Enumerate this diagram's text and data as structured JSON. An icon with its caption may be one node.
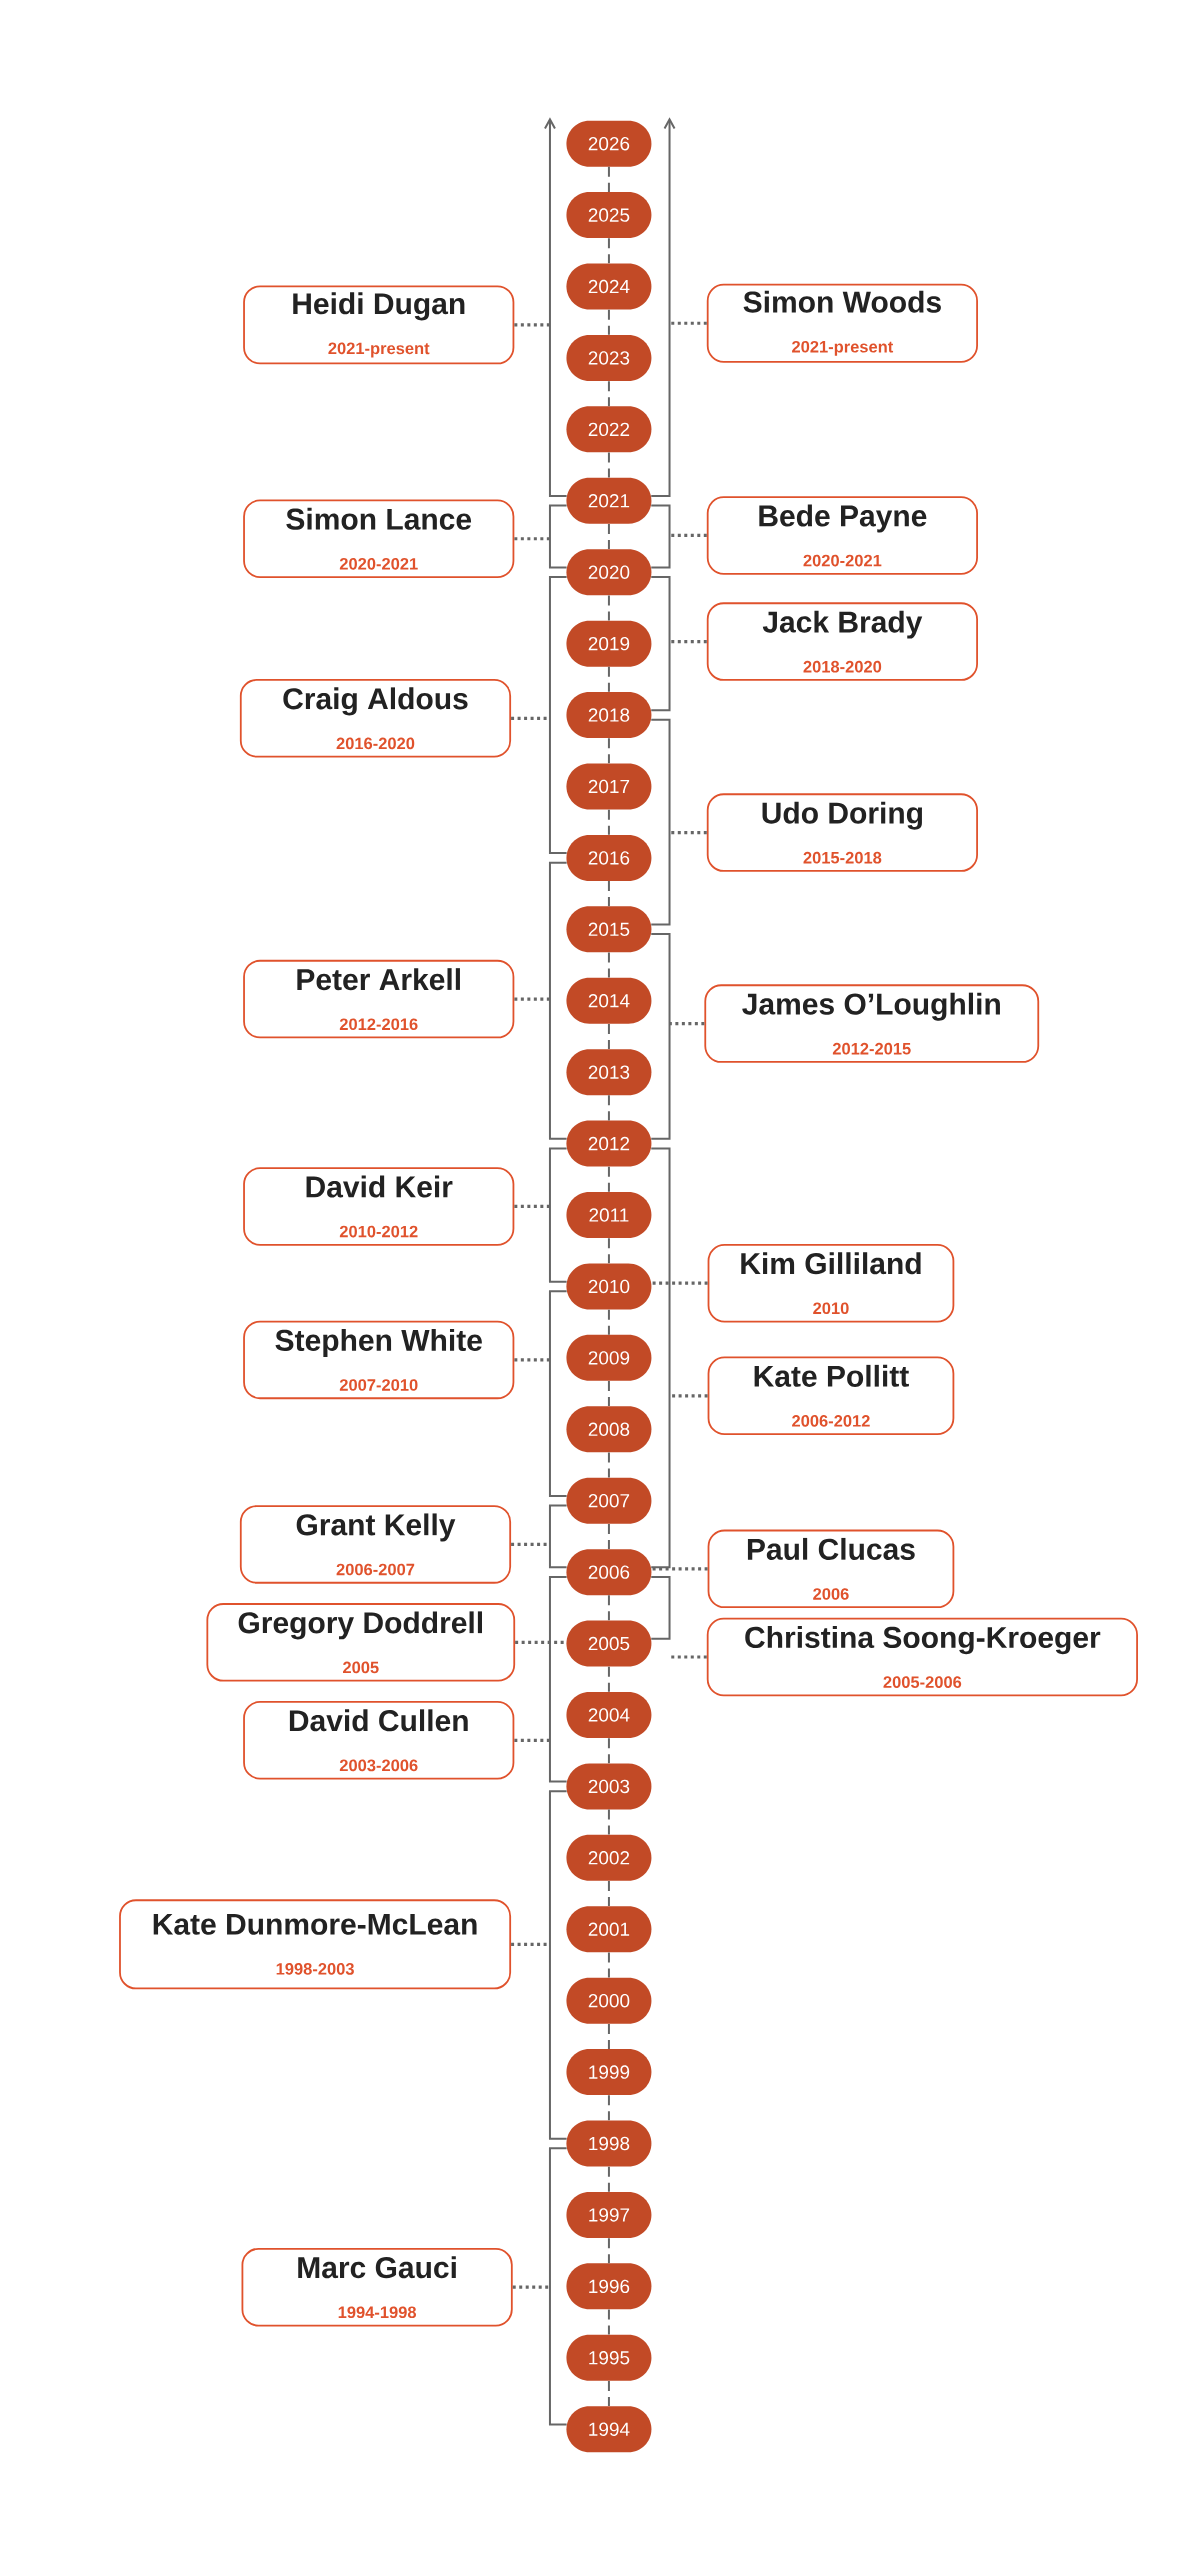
{
  "diagram": {
    "nodes": [
      {
        "text": [
          "2026"
        ]
      },
      {
        "text": [
          "2025"
        ]
      },
      {
        "text": [
          "2024"
        ]
      },
      {
        "text": [
          "2023"
        ]
      },
      {
        "text": [
          "2022"
        ]
      },
      {
        "text": [
          "2021"
        ]
      },
      {
        "text": [
          "2020"
        ]
      },
      {
        "text": [
          "2019"
        ]
      },
      {
        "text": [
          "2018"
        ]
      },
      {
        "text": [
          "2017"
        ]
      },
      {
        "text": [
          "2016"
        ]
      },
      {
        "text": [
          "2015"
        ]
      },
      {
        "text": [
          "2014"
        ]
      },
      {
        "text": [
          "2013"
        ]
      },
      {
        "text": [
          "2012"
        ]
      },
      {
        "text": [
          "2011"
        ]
      },
      {
        "text": [
          "2010"
        ]
      },
      {
        "text": [
          "2009"
        ]
      },
      {
        "text": [
          "2008"
        ]
      },
      {
        "text": [
          "2007"
        ]
      },
      {
        "text": [
          "2006"
        ]
      },
      {
        "text": [
          "2005"
        ]
      },
      {
        "text": [
          "2004"
        ]
      },
      {
        "text": [
          "2003"
        ]
      },
      {
        "text": [
          "2002"
        ]
      },
      {
        "text": [
          "2001"
        ]
      },
      {
        "text": [
          "2000"
        ]
      },
      {
        "text": [
          "1999"
        ]
      },
      {
        "text": [
          "1998"
        ]
      },
      {
        "text": [
          "1997"
        ]
      },
      {
        "text": [
          "1996"
        ]
      },
      {
        "text": [
          "1995"
        ]
      },
      {
        "text": [
          "1994"
        ]
      },
      {
        "text": [
          "Heidi Dugan",
          "2021-present"
        ]
      },
      {
        "text": [
          "Simon Woods",
          "2021-present"
        ]
      },
      {
        "text": [
          "Simon Lance",
          "2020-2021"
        ]
      },
      {
        "text": [
          "Bede Payne",
          "2020-2021"
        ]
      },
      {
        "text": [
          "Jack Brady",
          "2018-2020"
        ]
      },
      {
        "text": [
          "Craig Aldous",
          "2016-2020"
        ]
      },
      {
        "text": [
          "Udo Doring",
          "2015-2018"
        ]
      },
      {
        "text": [
          "Peter Arkell",
          "2012-2016"
        ]
      },
      {
        "text": [
          "James O’Loughlin",
          "2012-2015"
        ]
      },
      {
        "text": [
          "David Keir",
          "2010-2012"
        ]
      },
      {
        "text": [
          "Kim Gilliland",
          "2010"
        ]
      },
      {
        "text": [
          "Stephen White",
          "2007-2010"
        ]
      },
      {
        "text": [
          "Kate Pollitt",
          "2006-2012"
        ]
      },
      {
        "text": [
          "Grant Kelly",
          "2006-2007"
        ]
      },
      {
        "text": [
          "Paul Clucas",
          "2006"
        ]
      },
      {
        "text": [
          "Gregory Doddrell",
          "2005"
        ]
      },
      {
        "text": [
          "Christina Soong-Kroeger",
          "2005-2006"
        ]
      },
      {
        "text": [
          "David Cullen",
          "2003-2006"
        ]
      },
      {
        "text": [
          "Kate Dunmore-McLean",
          "1998-2003"
        ]
      },
      {
        "text": [
          "Marc Gauci",
          "1994-1998"
        ]
      },
      {
        "text": [],
        "shape": "arrow"
      },
      {
        "text": [],
        "shape": "arrow"
      },
      {
        "text": [],
        "shape": "bracket"
      },
      {
        "text": [],
        "shape": "bracket"
      },
      {
        "text": [],
        "shape": "bracket"
      },
      {
        "text": [],
        "shape": "bracket"
      },
      {
        "text": [],
        "shape": "bracket"
      },
      {
        "text": [],
        "shape": "bracket"
      },
      {
        "text": [],
        "shape": "bracket"
      },
      {
        "text": [],
        "shape": "bracket"
      },
      {
        "text": [],
        "shape": "bracket"
      },
      {
        "text": [],
        "shape": "bracket"
      },
      {
        "text": [],
        "shape": "bracket"
      },
      {
        "text": [],
        "shape": "bracket"
      },
      {
        "text": [],
        "shape": "bracket"
      },
      {
        "text": [],
        "shape": "bracket"
      },
      {
        "text": [],
        "shape": "bracket"
      }
    ],
    "edges": [
      {
        "from": 0,
        "to": 1,
        "arrow": "none",
        "style": "dashed"
      },
      {
        "from": 1,
        "to": 2,
        "arrow": "none",
        "style": "dashed"
      },
      {
        "from": 2,
        "to": 3,
        "arrow": "none",
        "style": "dashed"
      },
      {
        "from": 3,
        "to": 4,
        "arrow": "none",
        "style": "dashed"
      },
      {
        "from": 4,
        "to": 5,
        "arrow": "none",
        "style": "dashed"
      },
      {
        "from": 5,
        "to": 6,
        "arrow": "none",
        "style": "dashed"
      },
      {
        "from": 6,
        "to": 7,
        "arrow": "none",
        "style": "dashed"
      },
      {
        "from": 7,
        "to": 8,
        "arrow": "none",
        "style": "dashed"
      },
      {
        "from": 8,
        "to": 9,
        "arrow": "none",
        "style": "dashed"
      },
      {
        "from": 9,
        "to": 10,
        "arrow": "none",
        "style": "dashed"
      },
      {
        "from": 10,
        "to": 11,
        "arrow": "none",
        "style": "dashed"
      },
      {
        "from": 11,
        "to": 12,
        "arrow": "none",
        "style": "dashed"
      },
      {
        "from": 12,
        "to": 13,
        "arrow": "none",
        "style": "dashed"
      },
      {
        "from": 13,
        "to": 14,
        "arrow": "none",
        "style": "dashed"
      },
      {
        "from": 14,
        "to": 15,
        "arrow": "none",
        "style": "dashed"
      },
      {
        "from": 15,
        "to": 16,
        "arrow": "none",
        "style": "dashed"
      },
      {
        "from": 16,
        "to": 17,
        "arrow": "none",
        "style": "dashed"
      },
      {
        "from": 17,
        "to": 18,
        "arrow": "none",
        "style": "dashed"
      },
      {
        "from": 18,
        "to": 19,
        "arrow": "none",
        "style": "dashed"
      },
      {
        "from": 19,
        "to": 20,
        "arrow": "none",
        "style": "dashed"
      },
      {
        "from": 20,
        "to": 21,
        "arrow": "none",
        "style": "dashed"
      },
      {
        "from": 21,
        "to": 22,
        "arrow": "none",
        "style": "dashed"
      },
      {
        "from": 22,
        "to": 23,
        "arrow": "none",
        "style": "dashed"
      },
      {
        "from": 23,
        "to": 24,
        "arrow": "none",
        "style": "dashed"
      },
      {
        "from": 24,
        "to": 25,
        "arrow": "none",
        "style": "dashed"
      },
      {
        "from": 25,
        "to": 26,
        "arrow": "none",
        "style": "dashed"
      },
      {
        "from": 26,
        "to": 27,
        "arrow": "none",
        "style": "dashed"
      },
      {
        "from": 27,
        "to": 28,
        "arrow": "none",
        "style": "dashed"
      },
      {
        "from": 28,
        "to": 29,
        "arrow": "none",
        "style": "dashed"
      },
      {
        "from": 29,
        "to": 30,
        "arrow": "none",
        "style": "dashed"
      },
      {
        "from": 30,
        "to": 31,
        "arrow": "none",
        "style": "dashed"
      },
      {
        "from": 31,
        "to": 32,
        "arrow": "none",
        "style": "dashed"
      },
      {
        "from": 33,
        "to": 53,
        "arrow": "none",
        "style": "dashed"
      },
      {
        "from": 34,
        "to": 54,
        "arrow": "none",
        "style": "dashed"
      },
      {
        "from": 35,
        "to": 55,
        "arrow": "none",
        "style": "dashed"
      },
      {
        "from": 36,
        "to": 56,
        "arrow": "none",
        "style": "dashed"
      },
      {
        "from": 37,
        "to": 58,
        "arrow": "none",
        "style": "dashed"
      },
      {
        "from": 38,
        "to": 57,
        "arrow": "none",
        "style": "dashed"
      },
      {
        "from": 39,
        "to": 59,
        "arrow": "none",
        "style": "dashed"
      },
      {
        "from": 40,
        "to": 60,
        "arrow": "none",
        "style": "dashed"
      },
      {
        "from": 41,
        "to": 61,
        "arrow": "none",
        "style": "dashed"
      },
      {
        "from": 42,
        "to": 62,
        "arrow": "none",
        "style": "dashed"
      },
      {
        "from": 43,
        "to": 16,
        "arrow": "none",
        "style": "dashed"
      },
      {
        "from": 44,
        "to": 64,
        "arrow": "none",
        "style": "dashed"
      },
      {
        "from": 45,
        "to": 63,
        "arrow": "none",
        "style": "dashed"
      },
      {
        "from": 46,
        "to": 65,
        "arrow": "none",
        "style": "dashed"
      },
      {
        "from": 47,
        "to": 20,
        "arrow": "none",
        "style": "dashed"
      },
      {
        "from": 48,
        "to": 21,
        "arrow": "none",
        "style": "dashed"
      },
      {
        "from": 49,
        "to": 67,
        "arrow": "none",
        "style": "dashed"
      },
      {
        "from": 50,
        "to": 66,
        "arrow": "none",
        "style": "dashed"
      },
      {
        "from": 51,
        "to": 68,
        "arrow": "none",
        "style": "dashed"
      },
      {
        "from": 52,
        "to": 69,
        "arrow": "none",
        "style": "dashed"
      }
    ]
  }
}
